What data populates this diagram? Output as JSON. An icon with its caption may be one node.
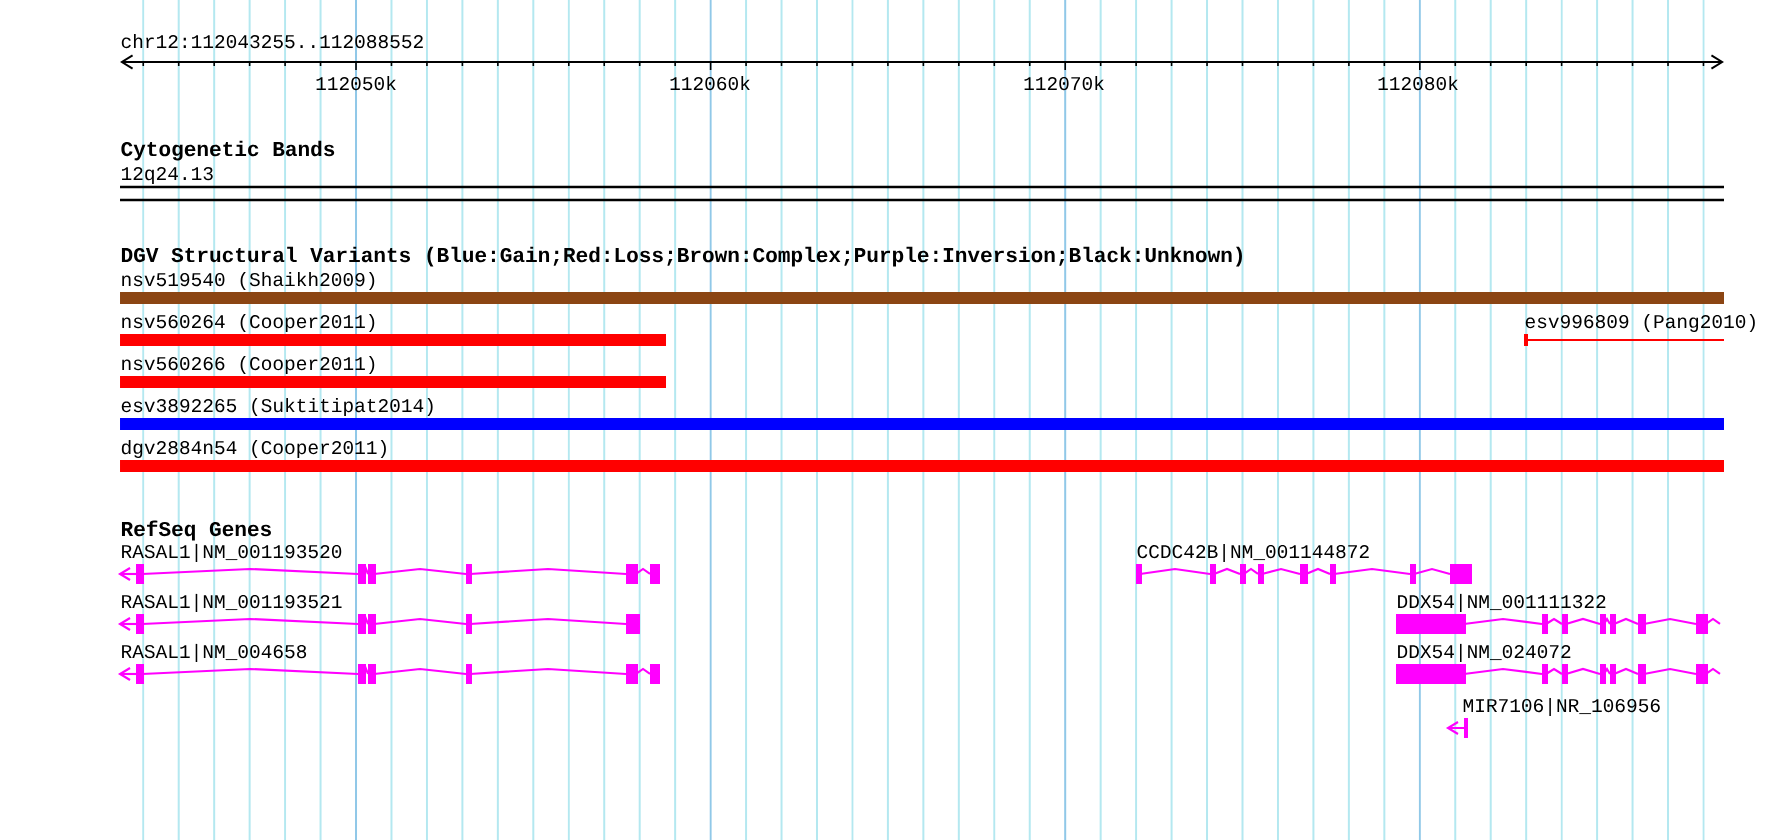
{
  "diagram": {
    "nodes": [
      {
        "text": [
          "nsv519540 (Shaikh2009)"
        ]
      },
      {
        "text": [
          "nsv560264 (Cooper2011)"
        ]
      },
      {
        "text": [
          "esv996809 (Pang2010)"
        ]
      },
      {
        "text": [
          "nsv560266 (Cooper2011)"
        ]
      },
      {
        "text": [
          "esv3892265 (Suktitipat2014)"
        ]
      },
      {
        "text": [
          "dgv2884n54 (Cooper2011)"
        ]
      },
      {
        "text": [
          "RASAL1|NM_001193520"
        ]
      },
      {
        "text": [
          "CCDC42B|NM_001144872"
        ]
      },
      {
        "text": [
          "RASAL1|NM_001193521"
        ]
      },
      {
        "text": [
          "DDX54|NM_001111322"
        ]
      },
      {
        "text": [
          "RASAL1|NM_004658"
        ]
      },
      {
        "text": [
          "DDX54|NM_024072"
        ]
      },
      {
        "text": [
          "MIR7106|NR_106956"
        ]
      }
    ],
    "edges": [],
    "labels": [
      "chr12:112043255..112088552",
      "112050k",
      "112060k",
      "112070k",
      "112080k",
      "Cytogenetic Bands",
      "12q24.13",
      "DGV Structural Variants (Blue:Gain;Red:Loss;Brown:Complex;Purple:Inversion;Black:Unknown)",
      "RefSeq Genes"
    ]
  }
}
